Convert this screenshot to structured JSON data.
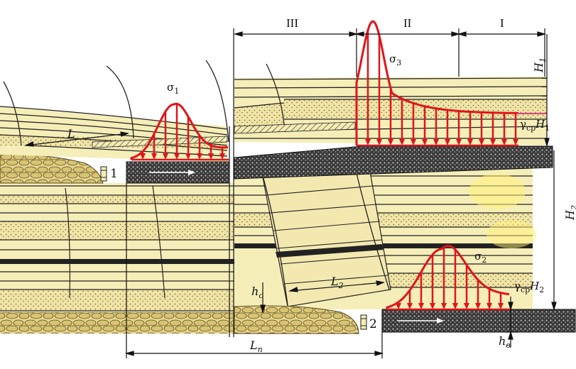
{
  "zones": {
    "I": "I",
    "II": "II",
    "III": "III"
  },
  "labels": {
    "sigma1": {
      "base": "σ",
      "sub": "1"
    },
    "sigma2": {
      "base": "σ",
      "sub": "2"
    },
    "sigma3": {
      "base": "σ",
      "sub": "3"
    },
    "L": "L",
    "L2": {
      "base": "L",
      "sub": "2"
    },
    "Ln": {
      "base": "L",
      "sub": "п"
    },
    "hc": {
      "base": "h",
      "sub": "c"
    },
    "hv": {
      "base": "h",
      "sub": "в"
    },
    "H1": {
      "base": "H",
      "sub": "1"
    },
    "H2": {
      "base": "H",
      "sub": "2"
    },
    "gamma_H1": {
      "base": "γ",
      "sub": "ср",
      "tail": "H",
      "tail_sub": "1"
    },
    "gamma_H2": {
      "base": "γ",
      "sub": "ср",
      "tail": "H",
      "tail_sub": "2"
    },
    "face1": "1",
    "face2": "2"
  },
  "colors": {
    "rock": "#f5ecb4",
    "rock_dark": "#ece0a0",
    "coal": "#2a2a2a",
    "stress": "#e0141a",
    "rubble": "#e3d28a",
    "highlight": "#fff27a"
  }
}
